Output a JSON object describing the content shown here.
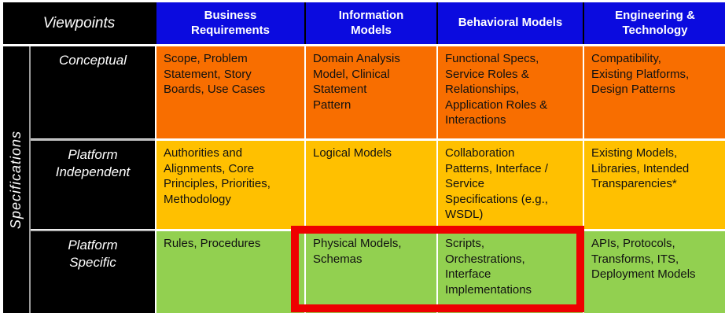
{
  "table": {
    "corner_label": "Viewpoints",
    "side_label": "Specifications",
    "columns": [
      {
        "label": "Business\nRequirements"
      },
      {
        "label": "Information\nModels"
      },
      {
        "label": "Behavioral Models"
      },
      {
        "label": "Engineering &\nTechnology"
      }
    ],
    "rows": [
      {
        "label": "Conceptual",
        "cells": [
          "Scope, Problem\nStatement, Story\nBoards, Use Cases",
          "Domain Analysis\nModel, Clinical\nStatement\nPattern",
          "Functional Specs,\nService Roles &\nRelationships,\nApplication Roles &\nInteractions",
          "Compatibility,\nExisting Platforms,\nDesign Patterns"
        ]
      },
      {
        "label": "Platform\nIndependent",
        "cells": [
          "Authorities and\nAlignments, Core\nPrinciples, Priorities,\nMethodology",
          "Logical Models",
          "Collaboration\nPatterns, Interface /\nService\nSpecifications (e.g.,\nWSDL)",
          "Existing Models,\nLibraries, Intended\nTransparencies*"
        ]
      },
      {
        "label": "Platform\nSpecific",
        "cells": [
          "Rules, Procedures",
          "Physical Models,\nSchemas",
          "Scripts,\nOrchestrations,\nInterface\nImplementations",
          "APIs, Protocols,\nTransforms, ITS,\nDeployment Models"
        ]
      }
    ],
    "colors": {
      "frame_bg": "#000000",
      "frame_text": "#ffffff",
      "header_bg": "#0b0bdf",
      "header_text": "#ffffff",
      "conceptual_row_bg": "#f86e00",
      "platform_independent_row_bg": "#ffc000",
      "platform_specific_row_bg": "#92d050",
      "cell_text": "#111111",
      "highlight_border": "#ee0000"
    },
    "highlight": {
      "description": "red emphasis box around Information Models and Behavioral Models cells of the Platform Specific row"
    }
  }
}
